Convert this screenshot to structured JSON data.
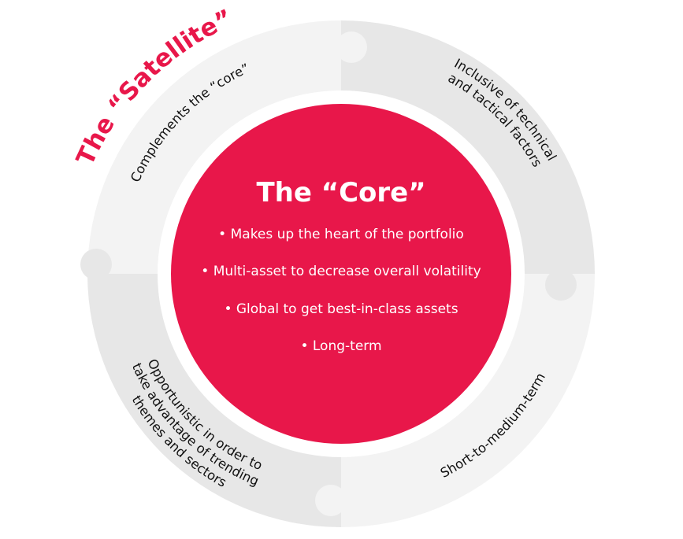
{
  "satellite": {
    "title": "The “Satellite”",
    "segments": {
      "top_left": [
        "Complements the “core”"
      ],
      "top_right": [
        "Inclusive of technical",
        "and tactical factors"
      ],
      "bottom_right": [
        "Short-to-medium-term"
      ],
      "bottom_left": [
        "Opportunistic in order to",
        "take advantage of trending",
        "themes and sectors"
      ]
    }
  },
  "core": {
    "title": "The “Core”",
    "items": [
      "• Makes up the heart of the portfolio",
      "•  Multi-asset to decrease overall volatility",
      "•  Global to get best-in-class assets",
      "• Long-term"
    ]
  },
  "colors": {
    "accent": "#e8174a",
    "ring_light": "#f3f3f3",
    "ring_dark": "#e7e7e7"
  }
}
